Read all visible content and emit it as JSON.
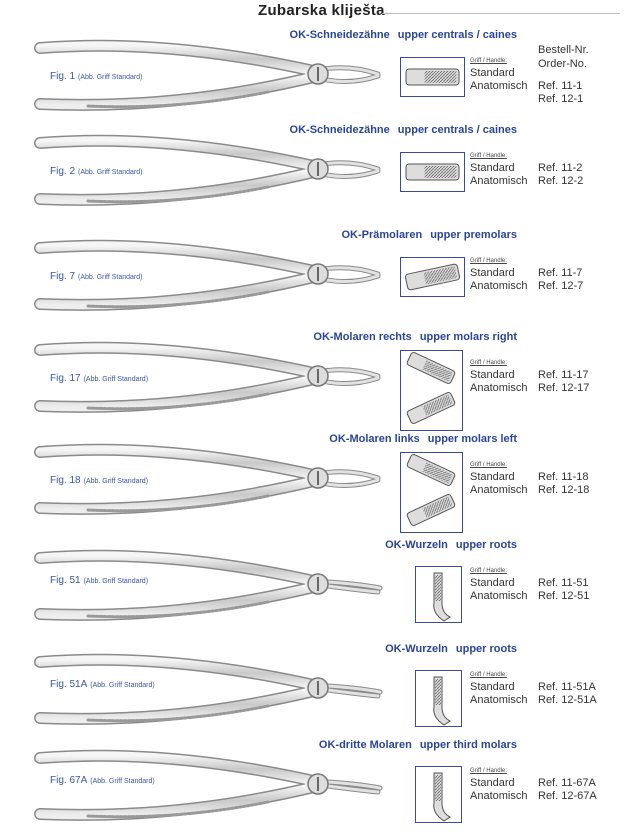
{
  "header": {
    "title": "Zubarska kliješta",
    "order_label_1": "Bestell-Nr.",
    "order_label_2": "Order-No."
  },
  "handle_label": "Griff / Handle:",
  "rows": [
    {
      "title_de": "OK-Schneidezähne",
      "title_en": "upper centrals / caines",
      "fig": "Fig. 1",
      "fig_note": "(Abb. Griff Standard)",
      "standard": "Standard",
      "anatomisch": "Anatomisch",
      "ref_std": "Ref. 11-1",
      "ref_ana": "Ref. 12-1",
      "handle": "straight"
    },
    {
      "title_de": "OK-Schneidezähne",
      "title_en": "upper centrals / caines",
      "fig": "Fig. 2",
      "fig_note": "(Abb. Griff Standard)",
      "standard": "Standard",
      "anatomisch": "Anatomisch",
      "ref_std": "Ref. 11-2",
      "ref_ana": "Ref. 12-2",
      "handle": "straight"
    },
    {
      "title_de": "OK-Prämolaren",
      "title_en": "upper premolars",
      "fig": "Fig. 7",
      "fig_note": "(Abb. Griff Standard)",
      "standard": "Standard",
      "anatomisch": "Anatomisch",
      "ref_std": "Ref. 11-7",
      "ref_ana": "Ref. 12-7",
      "handle": "angled"
    },
    {
      "title_de": "OK-Molaren rechts",
      "title_en": "upper molars right",
      "fig": "Fig. 17",
      "fig_note": "(Abb. Griff Standard)",
      "standard": "Standard",
      "anatomisch": "Anatomisch",
      "ref_std": "Ref. 11-17",
      "ref_ana": "Ref. 12-17",
      "handle": "double"
    },
    {
      "title_de": "OK-Molaren links",
      "title_en": "upper molars left",
      "fig": "Fig. 18",
      "fig_note": "(Abb. Griff Standard)",
      "standard": "Standard",
      "anatomisch": "Anatomisch",
      "ref_std": "Ref. 11-18",
      "ref_ana": "Ref. 12-18",
      "handle": "double"
    },
    {
      "title_de": "OK-Wurzeln",
      "title_en": "upper roots",
      "fig": "Fig. 51",
      "fig_note": "(Abb. Griff Standard)",
      "standard": "Standard",
      "anatomisch": "Anatomisch",
      "ref_std": "Ref. 11-51",
      "ref_ana": "Ref. 12-51",
      "handle": "bayonet"
    },
    {
      "title_de": "OK-Wurzeln",
      "title_en": "upper roots",
      "fig": "Fig. 51A",
      "fig_note": "(Abb. Griff Standard)",
      "standard": "Standard",
      "anatomisch": "Anatomisch",
      "ref_std": "Ref. 11-51A",
      "ref_ana": "Ref. 12-51A",
      "handle": "bayonet"
    },
    {
      "title_de": "OK-dritte Molaren",
      "title_en": "upper third molars",
      "fig": "Fig. 67A",
      "fig_note": "(Abb. Griff Standard)",
      "standard": "Standard",
      "anatomisch": "Anatomisch",
      "ref_std": "Ref. 11-67A",
      "ref_ana": "Ref. 12-67A",
      "handle": "curved"
    }
  ]
}
